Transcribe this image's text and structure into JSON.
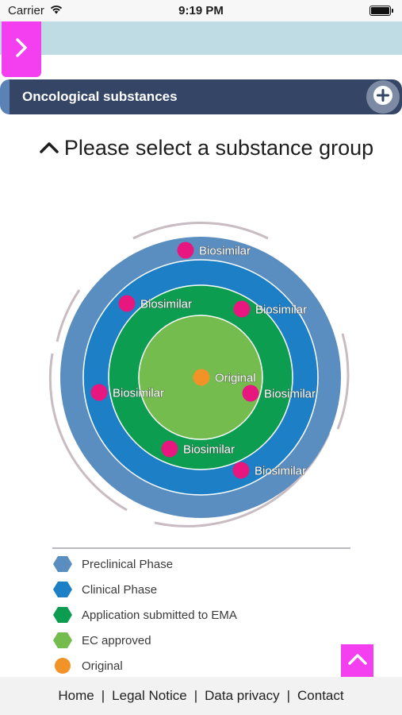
{
  "status_bar": {
    "carrier": "Carrier",
    "time": "9:19 PM"
  },
  "category": {
    "title": "Oncological substances"
  },
  "heading": {
    "text": "Please select a substance group"
  },
  "chart": {
    "rings": [
      {
        "name": "Preclinical Phase",
        "color": "#5b8ec0"
      },
      {
        "name": "Clinical Phase",
        "color": "#1d7fc5"
      },
      {
        "name": "Application submitted to EMA",
        "color": "#0d9d50"
      },
      {
        "name": "EC approved",
        "color": "#75bc4e"
      }
    ],
    "markers": [
      {
        "label": "Biosimilar",
        "color": "#e8177f"
      },
      {
        "label": "Biosimilar",
        "color": "#e8177f"
      },
      {
        "label": "Biosimilar",
        "color": "#e8177f"
      },
      {
        "label": "Biosimilar",
        "color": "#e8177f"
      },
      {
        "label": "Biosimilar",
        "color": "#e8177f"
      },
      {
        "label": "Biosimilar",
        "color": "#e8177f"
      },
      {
        "label": "Biosimilar",
        "color": "#e8177f"
      },
      {
        "label": "Original",
        "color": "#f29327"
      }
    ]
  },
  "legend": [
    {
      "label": "Preclinical Phase",
      "color": "#5b8ec0",
      "shape": "hexagon"
    },
    {
      "label": "Clinical Phase",
      "color": "#1d7fc5",
      "shape": "hexagon"
    },
    {
      "label": "Application submitted to EMA",
      "color": "#0d9d50",
      "shape": "hexagon"
    },
    {
      "label": "EC approved",
      "color": "#75bc4e",
      "shape": "hexagon"
    },
    {
      "label": "Original",
      "color": "#f29327",
      "shape": "circle"
    }
  ],
  "footer": {
    "links": [
      "Home",
      "Legal Notice",
      "Data privacy",
      "Contact"
    ],
    "separator": "|"
  },
  "colors": {
    "accent": "#f43ff0",
    "category_bar": "#344566",
    "header_band": "#bfdce5"
  }
}
